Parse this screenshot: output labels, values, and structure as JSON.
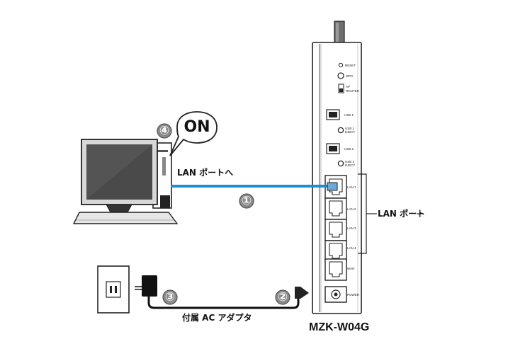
{
  "labels": {
    "on": "ON",
    "lan_port_to": "LAN ポートへ",
    "lan_port": "LAN ポート",
    "ac_adapter": "付属 AC アダプタ",
    "model": "MZK-W04G"
  },
  "steps": [
    "①",
    "②",
    "③",
    "④"
  ],
  "router": {
    "reset": "RESET",
    "wps": "WPS",
    "mode_switch": [
      "AP",
      "ROUTER"
    ],
    "usb1": "USB 1",
    "usb1_eject": [
      "USB 1",
      "EJECT"
    ],
    "usb2": "USB 2",
    "usb2_eject": [
      "USB 2",
      "EJECT"
    ],
    "lan_ports": [
      "LAN 1",
      "LAN 2",
      "LAN 3",
      "LAN 4"
    ],
    "wan": "WAN",
    "power": "POWER"
  },
  "colors": {
    "lan_cable": "#1b8fd6",
    "step_circle": "#8a8a8a",
    "outline": "#222222"
  }
}
